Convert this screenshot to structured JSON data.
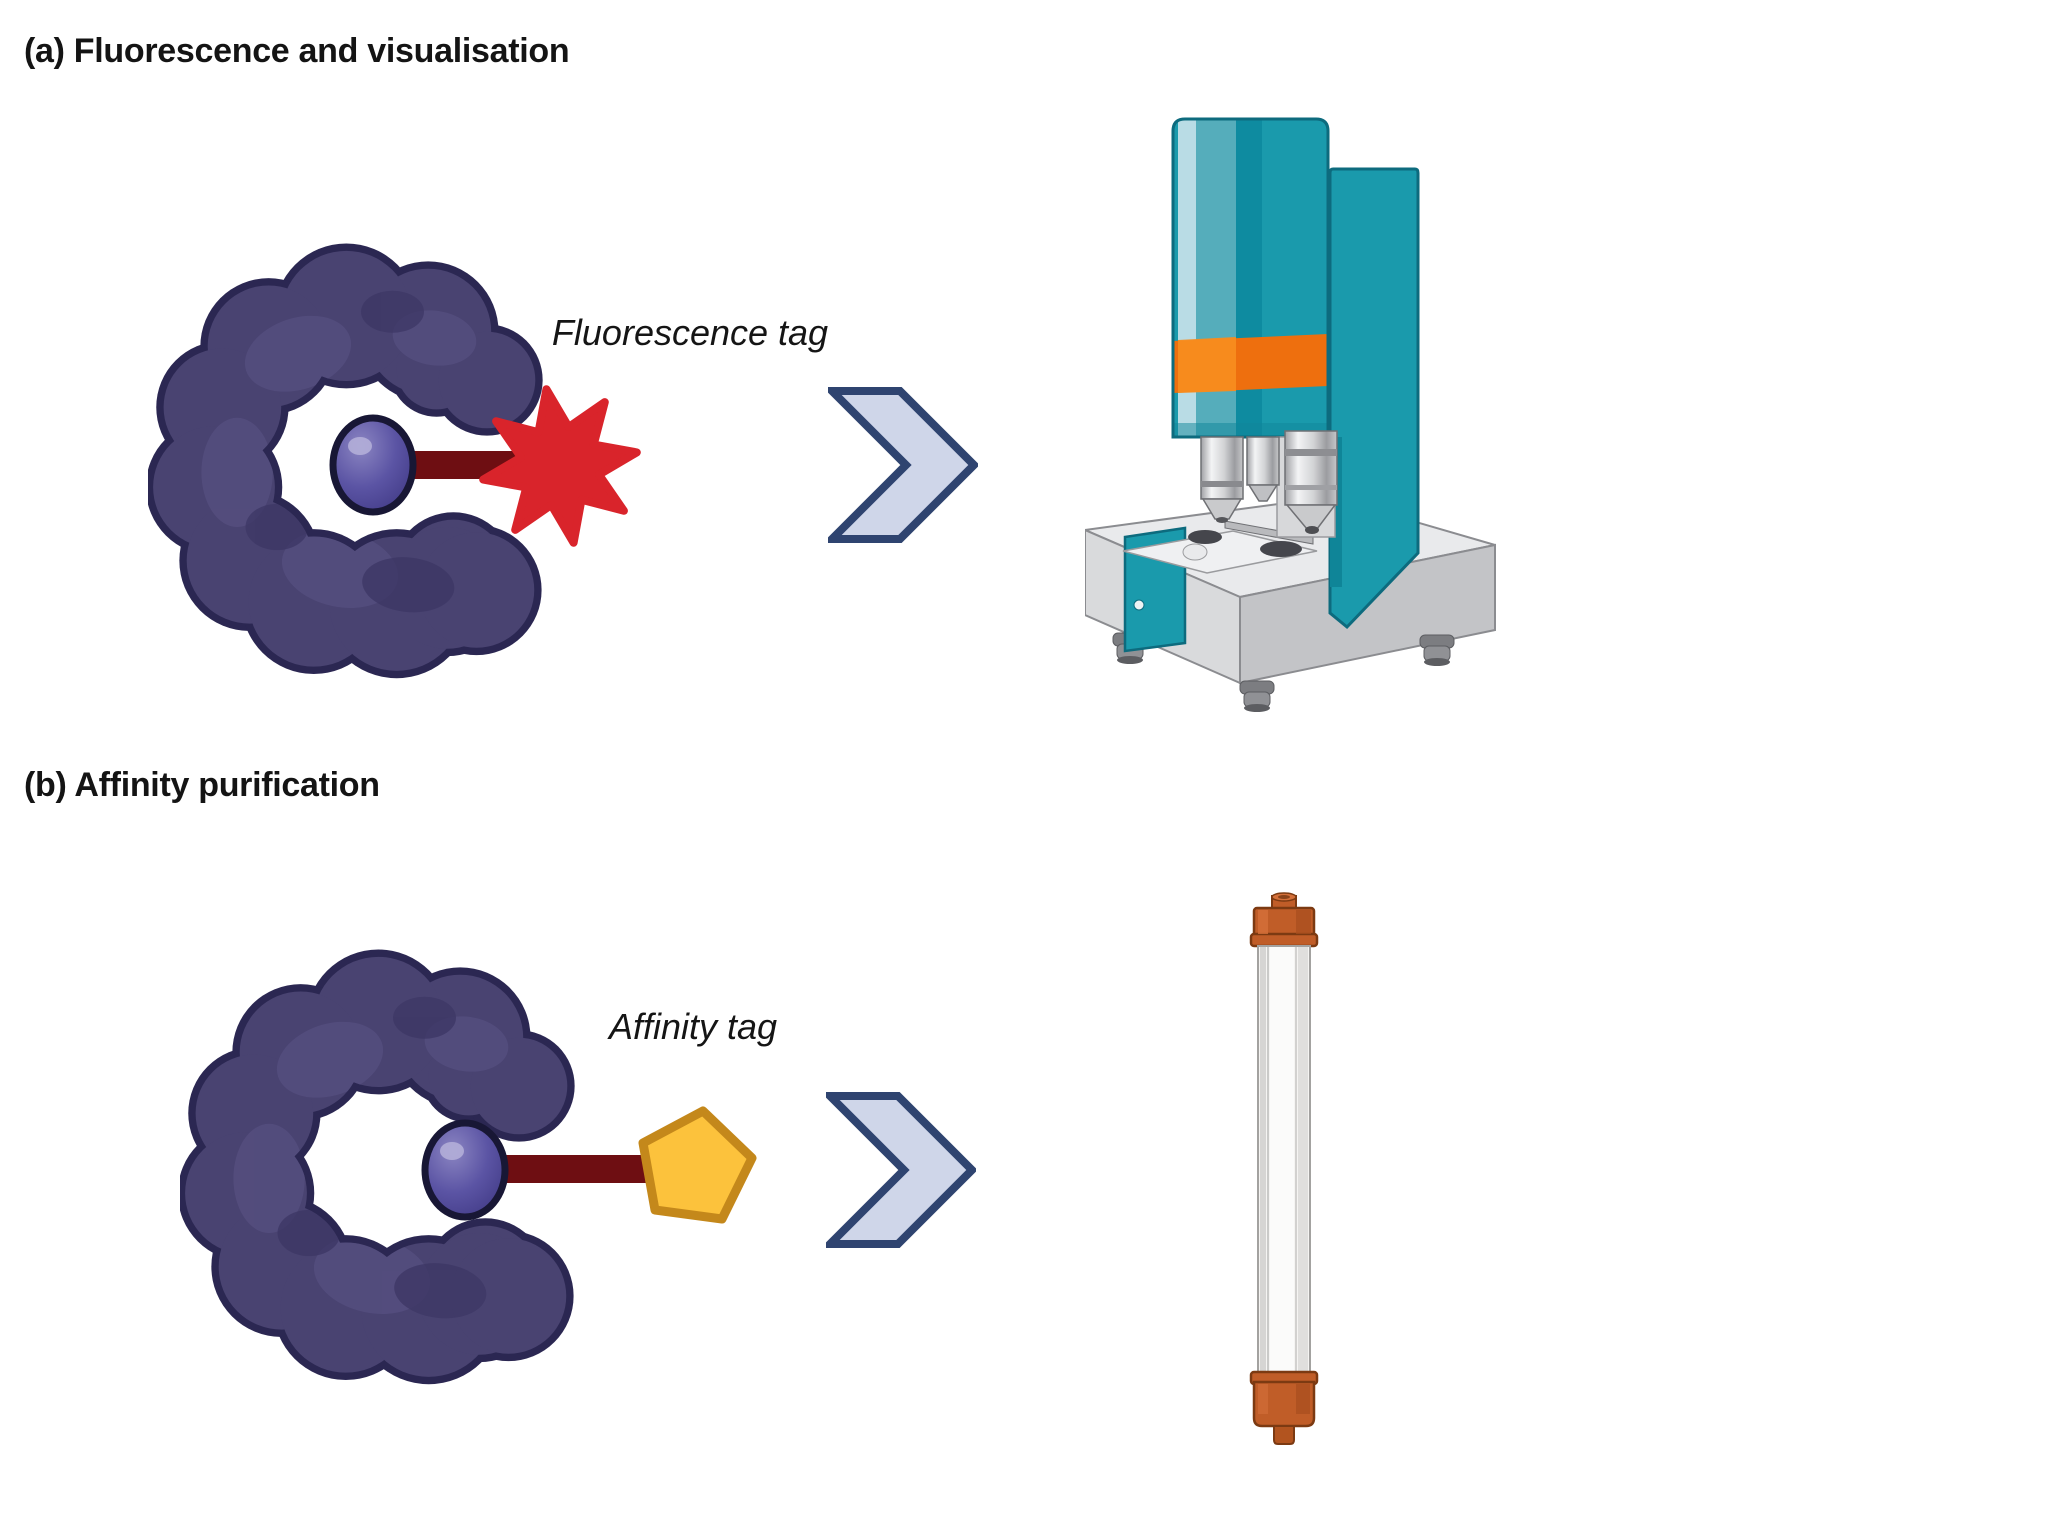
{
  "figure": {
    "panels": [
      {
        "id": "a",
        "title": "(a) Fluorescence and visualisation",
        "tag_label": "Fluorescence tag",
        "icons": [
          "protein-blob-icon",
          "binder-sphere-icon",
          "linker-bar-icon",
          "star-burst-tag-icon",
          "chevron-right-icon",
          "fluorescence-microscope-icon"
        ]
      },
      {
        "id": "b",
        "title": "(b) Affinity purification",
        "tag_label": "Affinity tag",
        "icons": [
          "protein-blob-icon",
          "binder-sphere-icon",
          "linker-bar-icon",
          "pentagon-tag-icon",
          "chevron-right-icon",
          "chromatography-column-icon"
        ]
      }
    ]
  },
  "colors": {
    "page_background": "#ffffff",
    "text_black": "#141414",
    "protein_body": "#494371",
    "protein_outline": "#2b2752",
    "protein_light": "#564f80",
    "protein_dark": "#3e3866",
    "binder_sphere": "#5b54a4",
    "linker_maroon": "#6e0e12",
    "fluorescence_red": "#d9242b",
    "affinity_gold": "#fcc23c",
    "affinity_gold_outline": "#c4881b",
    "arrow_fill": "#cfd6e9",
    "arrow_stroke": "#2f4470",
    "instrument_teal": "#1a9aac",
    "instrument_teal_outline": "#0d6b7e",
    "instrument_orange": "#ee6f0e",
    "base_gray": "#e9eaec",
    "column_cap_orange": "#c05d28",
    "column_cap_outline": "#7c3a12"
  }
}
